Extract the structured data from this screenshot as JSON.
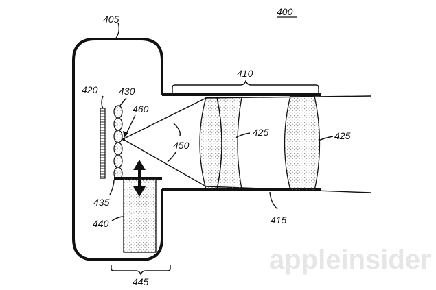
{
  "figure_number": "400",
  "labels": {
    "camera_body": "405",
    "lens_barrel": "410",
    "barrel_bottom": "415",
    "sensor": "420",
    "lens_left": "425",
    "lens_right": "425",
    "microlens_array": "430",
    "actuator_base": "435",
    "actuator": "440",
    "actuator_bracket": "445",
    "light_cone": "450",
    "focal_point": "460"
  },
  "watermark": "appleinsider",
  "colors": {
    "line": "#111111",
    "stipple": "#777777",
    "watermark": "#e6e6e6"
  }
}
